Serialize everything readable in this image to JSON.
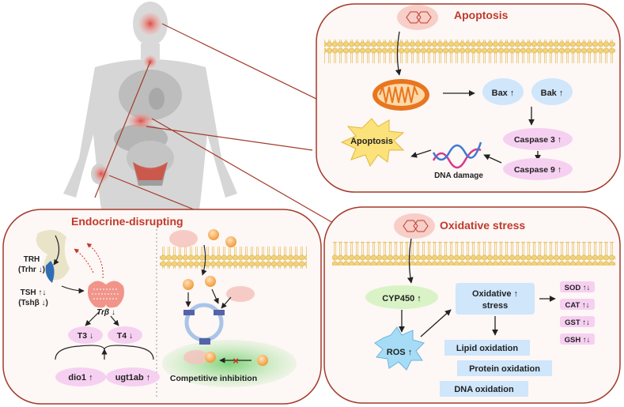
{
  "panels": {
    "apoptosis": {
      "title": "Apoptosis",
      "bax": "Bax ↑",
      "bak": "Bak ↑",
      "caspase3": "Caspase 3 ↑",
      "caspase9": "Caspase 9 ↑",
      "apoptosis_burst": "Apoptosis",
      "dna_damage": "DNA damage"
    },
    "oxidative": {
      "title": "Oxidative stress",
      "cyp450": "CYP450 ↑",
      "ros": "ROS ↑",
      "ox_stress_line1": "Oxidative ↑",
      "ox_stress_line2": "stress",
      "lipid": "Lipid oxidation",
      "protein": "Protein oxidation",
      "dna": "DNA oxidation",
      "enzymes": [
        "SOD ↑↓",
        "CAT ↑↓",
        "GST ↑↓",
        "GSH ↑↓"
      ]
    },
    "endocrine": {
      "title": "Endocrine-disrupting",
      "trh": "TRH",
      "trhr": "(Trhr ↓)",
      "tsh": "TSH ↑↓",
      "tshb": "(Tshβ ↓)",
      "trb": "Trβ ↓",
      "t3": "T3 ↓",
      "t4": "T4 ↓",
      "dio1": "dio1 ↑",
      "ugt1ab": "ugt1ab ↑",
      "competitive": "Competitive inhibition"
    }
  },
  "colors": {
    "panel_border": "#a33a2b",
    "membrane": "#f2d27a",
    "accent_red": "#c0392b",
    "blue_box": "#cfe6fb",
    "green_pill": "#d9f3c6",
    "pink_pill": "#f6d0f1"
  }
}
